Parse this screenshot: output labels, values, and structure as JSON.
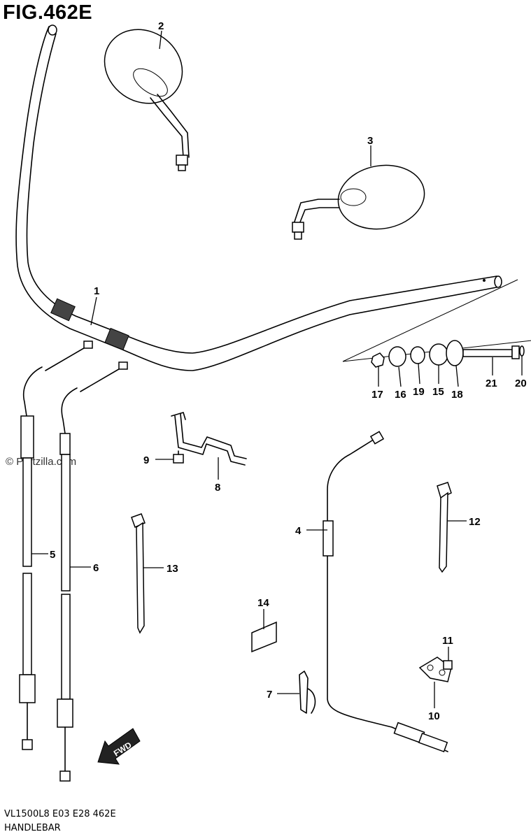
{
  "figure": {
    "title": "FIG.462E",
    "model_code": "VL1500L8  E03  E28  462E",
    "section_name": "HANDLEBAR",
    "watermark": "© Partzilla.com",
    "fwd_label": "FWD"
  },
  "callouts": [
    {
      "id": "c1",
      "text": "1"
    },
    {
      "id": "c2",
      "text": "2"
    },
    {
      "id": "c3",
      "text": "3"
    },
    {
      "id": "c4",
      "text": "4"
    },
    {
      "id": "c5",
      "text": "5"
    },
    {
      "id": "c6",
      "text": "6"
    },
    {
      "id": "c7",
      "text": "7"
    },
    {
      "id": "c8",
      "text": "8"
    },
    {
      "id": "c9",
      "text": "9"
    },
    {
      "id": "c10",
      "text": "10"
    },
    {
      "id": "c11",
      "text": "11"
    },
    {
      "id": "c12",
      "text": "12"
    },
    {
      "id": "c13",
      "text": "13"
    },
    {
      "id": "c14",
      "text": "14"
    },
    {
      "id": "c15",
      "text": "15"
    },
    {
      "id": "c16",
      "text": "16"
    },
    {
      "id": "c17",
      "text": "17"
    },
    {
      "id": "c18",
      "text": "18"
    },
    {
      "id": "c19",
      "text": "19"
    },
    {
      "id": "c20",
      "text": "20"
    },
    {
      "id": "c21",
      "text": "21"
    }
  ]
}
